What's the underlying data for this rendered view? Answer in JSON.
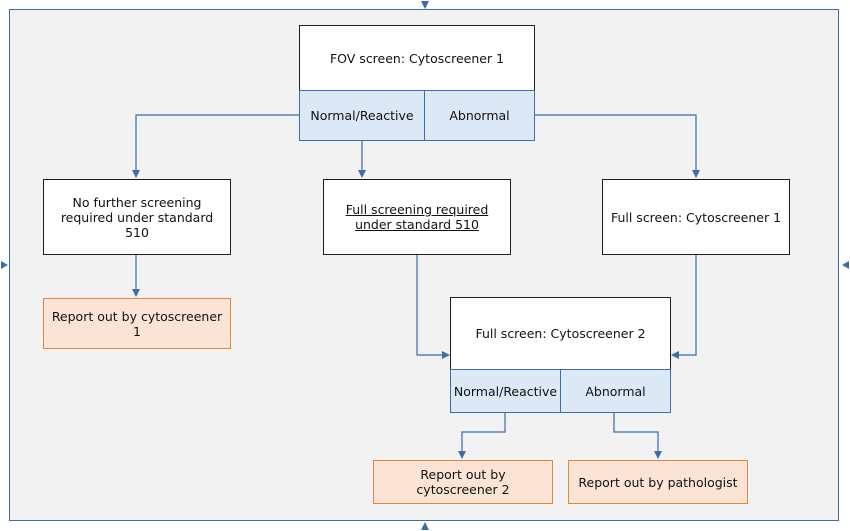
{
  "nodes": {
    "fov_screen": "FOV screen: Cytoscreener 1",
    "fov_normal": "Normal/Reactive",
    "fov_abnormal": "Abnormal",
    "no_further": "No further screening required under standard 510",
    "full_required": "Full screening required under standard 510",
    "full_screen_1": "Full screen: Cytoscreener 1",
    "report_cs1": "Report out by cytoscreener 1",
    "full_screen_2": "Full screen: Cytoscreener 2",
    "fs2_normal": "Normal/Reactive",
    "fs2_abnormal": "Abnormal",
    "report_cs2": "Report out by cytoscreener 2",
    "report_path": "Report out by pathologist"
  },
  "colors": {
    "line": "#3d6ea8",
    "panel": "#f2f2f2",
    "outcome_fill": "#dbe8f5",
    "report_fill": "#fbe4d5",
    "report_border": "#e0883e"
  }
}
